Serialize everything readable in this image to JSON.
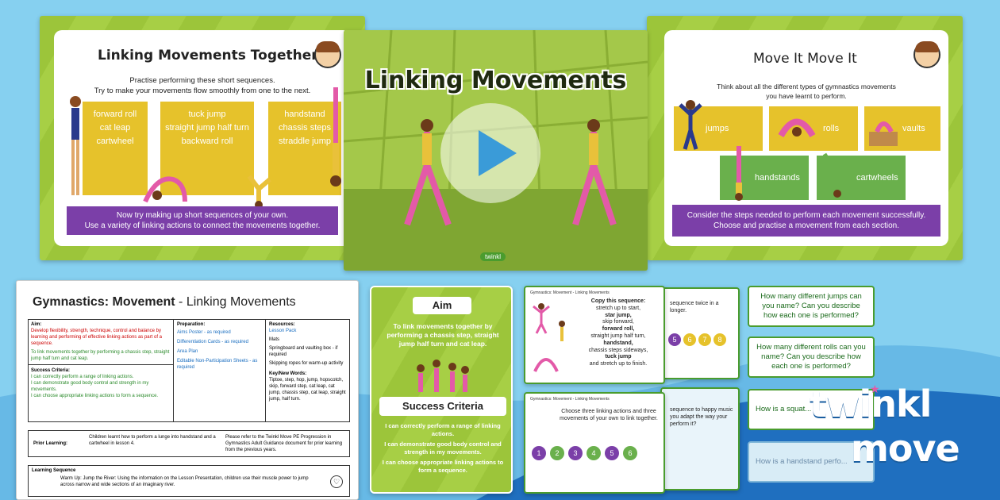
{
  "slide1": {
    "title": "Linking Movements Together",
    "intro_line1": "Practise performing these short sequences.",
    "intro_line2": "Try to make your movements flow smoothly from one to the next.",
    "col1": [
      "forward roll",
      "cat leap",
      "cartwheel"
    ],
    "col2": [
      "tuck jump",
      "straight jump half turn",
      "backward roll"
    ],
    "col3": [
      "handstand",
      "chassis steps",
      "straddle jump"
    ],
    "footer_line1": "Now try making up short sequences of your own.",
    "footer_line2": "Use a variety of linking actions to connect the movements together."
  },
  "slide2": {
    "title": "Linking Movements",
    "brand": "twinkl"
  },
  "slide3": {
    "title": "Move It Move It",
    "intro_line1": "Think about all the different types of gymnastics movements",
    "intro_line2": "you have learnt to perform.",
    "boxes": [
      "jumps",
      "rolls",
      "vaults",
      "handstands",
      "cartwheels"
    ],
    "footer_line1": "Consider the steps needed to perform each movement successfully.",
    "footer_line2": "Choose and practise a movement from each section."
  },
  "plan": {
    "title_bold": "Gymnastics: Movement",
    "title_rest": " - Linking Movements",
    "aim_head": "Aim:",
    "aim_text": "Develop flexibility, strength, technique, control and balance by learning and performing of effective linking actions as part of a sequence.",
    "aim_text2": "To link movements together by performing a chassis step, straight jump half turn and cat leap.",
    "success_head": "Success Criteria:",
    "success": [
      "I can correctly perform a range of linking actions.",
      "I can demonstrate good body control and strength in my movements.",
      "I can choose appropriate linking actions to form a sequence."
    ],
    "prep_head": "Preparation:",
    "prep": [
      "Aims Poster - as required",
      "Differentiation Cards - as required",
      "Area Plan",
      "Editable Non-Participation Sheets - as required"
    ],
    "res_head": "Resources:",
    "res": [
      "Lesson Pack",
      "Mats",
      "Springboard and vaulting box - if required",
      "Skipping ropes for warm-up activity"
    ],
    "key_head": "Key/New Words:",
    "key_text": "Tiptoe, step, hop, jump, hopscotch, skip, forward step, cat leap, cat jump, chassis step, cat leap, straight jump, half turn.",
    "prior_head": "Prior Learning:",
    "prior_text": "Children learnt how to perform a lunge into handstand and a cartwheel in lesson 4.",
    "prior_ref": "Please refer to the Twinkl Move PE Progression in Gymnastics Adult Guidance document for prior learning from the previous years.",
    "seq_head": "Learning Sequence",
    "seq_text": "Warm Up: Jump the River: Using the information on the Lesson Presentation, children use their muscle power to jump across narrow and wide sections of an imaginary river."
  },
  "aim_card": {
    "aim_label": "Aim",
    "aim_text": "To link movements together by performing a chassis step, straight jump half turn and cat leap.",
    "success_label": "Success Criteria",
    "criteria": [
      "I can correctly perform a range of linking actions.",
      "I can demonstrate good body control and strength in my movements.",
      "I can choose appropriate linking actions to form a sequence."
    ]
  },
  "seq_cards": {
    "header": "Gymnastics: Movement - Linking Movements",
    "copy_head": "Copy this sequence:",
    "steps": [
      "stretch up to start,",
      "star jump,",
      "skip forward,",
      "forward roll,",
      "straight jump half turn,",
      "handstand,",
      "chassis steps sideways,",
      "tuck jump",
      "and stretch up to finish."
    ],
    "numbers": [
      "5",
      "6",
      "7",
      "8"
    ],
    "back_text": "sequence twice in a longer.",
    "choose_text": "Choose three linking actions and three movements of your own to link together.",
    "back2_text": "sequence to happy music you adapt the way your perform it?",
    "chain": [
      "1",
      "2",
      "3",
      "4",
      "5",
      "6"
    ]
  },
  "questions": [
    "How many different jumps can you name? Can you describe how each one is performed?",
    "How many different rolls can you name? Can you describe how each one is performed?",
    "How is a squat...",
    "How is a handstand perfo..."
  ],
  "logo": {
    "top": "twinkl",
    "bottom": "move"
  },
  "colors": {
    "green": "#9cc53a",
    "yellow": "#e6c22b",
    "purple": "#7b3fa8",
    "blue": "#3a9bd8"
  }
}
